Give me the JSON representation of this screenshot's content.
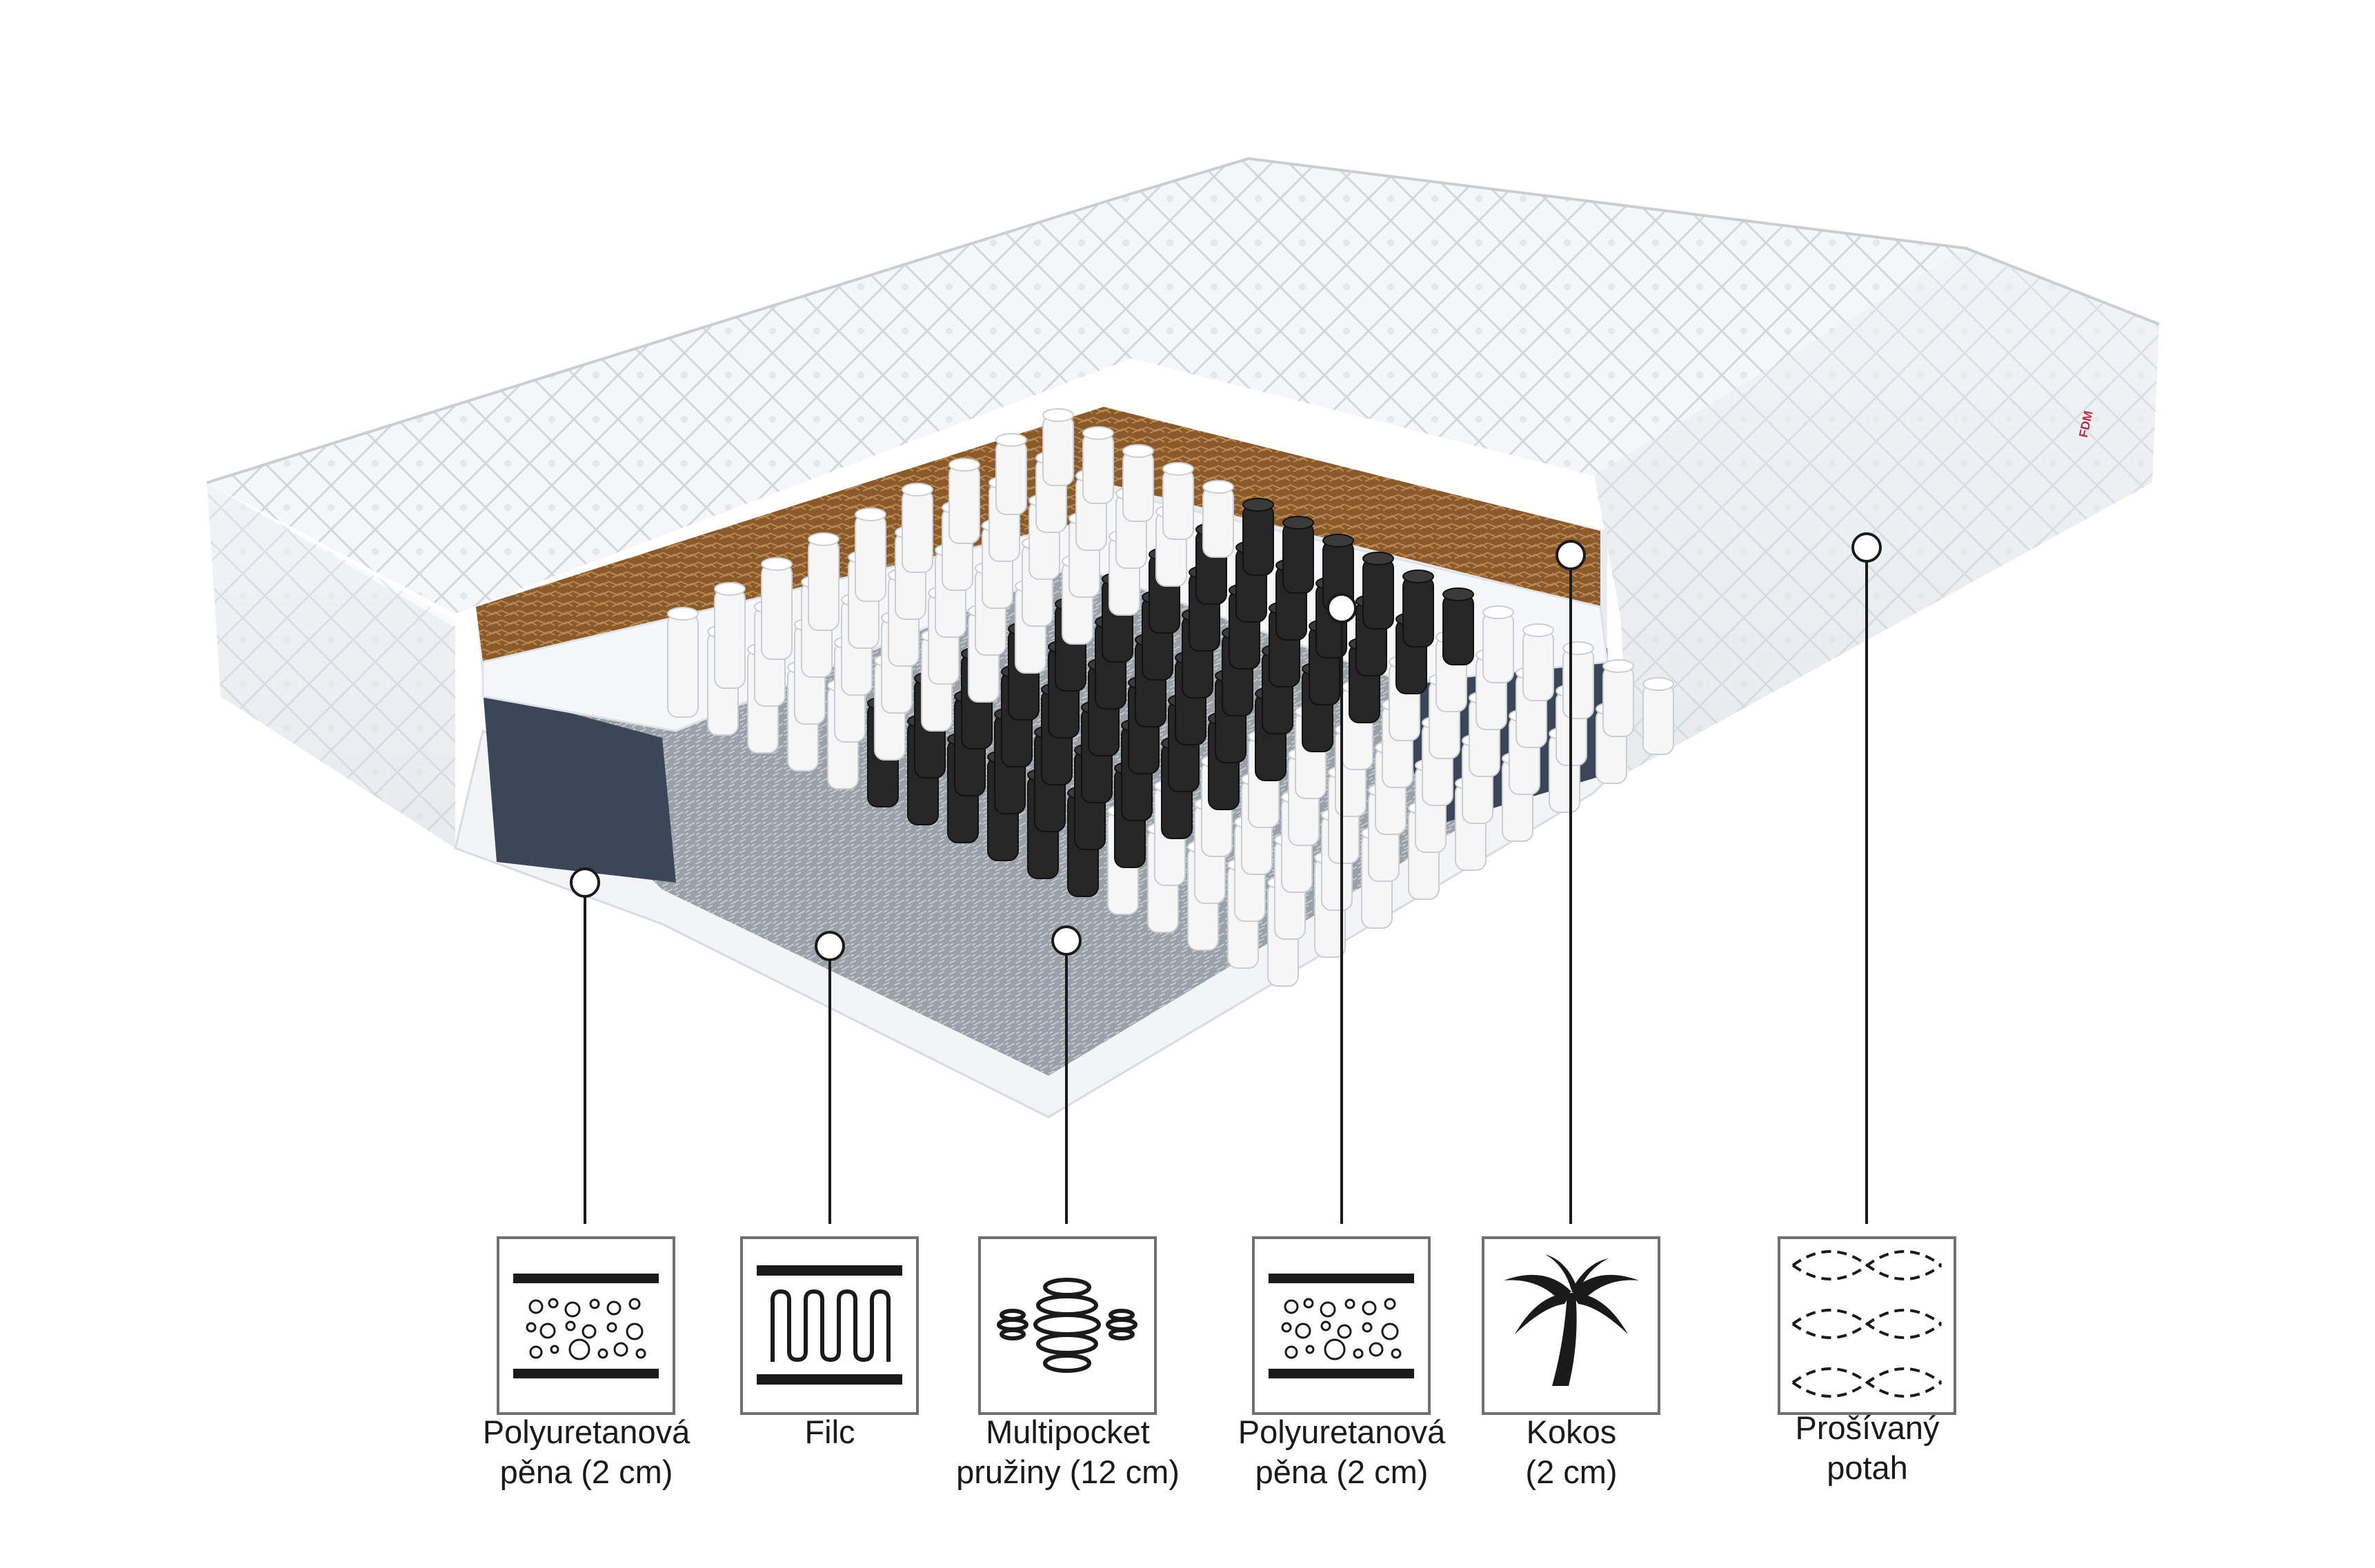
{
  "brand_mark": "FDM",
  "layers": [
    {
      "id": "polyurethane-foam-bottom",
      "icon": "foam-icon",
      "line1": "Polyuretanová",
      "line2": "pěna (2 cm)"
    },
    {
      "id": "felt",
      "icon": "felt-icon",
      "line1": "Filc",
      "line2": ""
    },
    {
      "id": "multipocket-springs",
      "icon": "springs-icon",
      "line1": "Multipocket",
      "line2": "pružiny (12 cm)"
    },
    {
      "id": "polyurethane-foam-top",
      "icon": "foam-icon",
      "line1": "Polyuretanová",
      "line2": "pěna (2 cm)"
    },
    {
      "id": "coconut",
      "icon": "palm-tree-icon",
      "line1": "Kokos",
      "line2": "(2 cm)"
    },
    {
      "id": "quilted-cover",
      "icon": "quilted-fabric-icon",
      "line1": "Prošívaný",
      "line2": "potah"
    }
  ],
  "colors": {
    "cover": "#f4f6f8",
    "coconut": "#8a5a2b",
    "foam_block": "#3b4658",
    "spring_black": "#262626",
    "spring_white": "#f6f6f6",
    "felt": "#9aa0a8",
    "callout_line": "#1a1a1a"
  }
}
